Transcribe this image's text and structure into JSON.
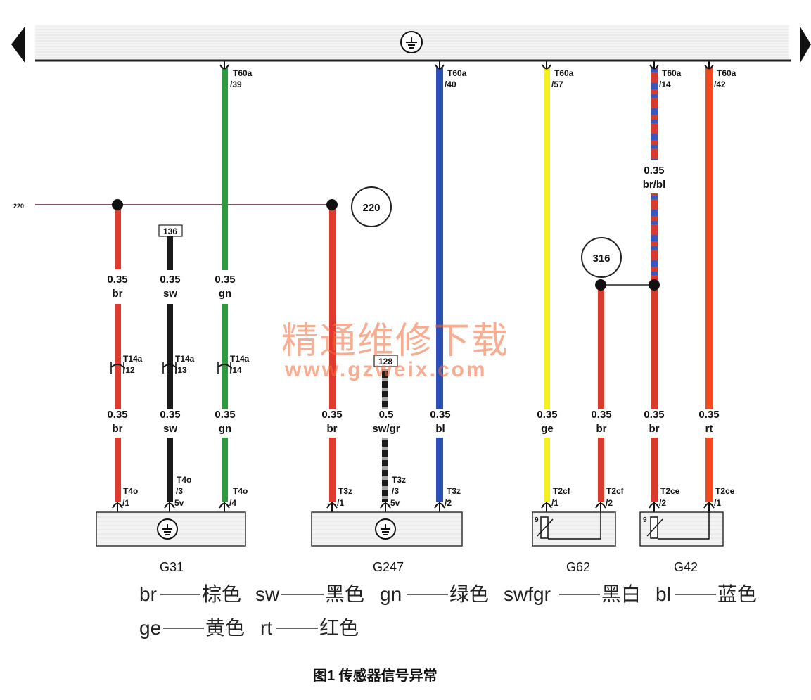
{
  "top_bar": {
    "icon": "ground-symbol-icon",
    "left_arrow": "left-arrow-icon",
    "right_arrow": "right-arrow-icon"
  },
  "left_line_label": "220",
  "circles": [
    {
      "label": "220"
    },
    {
      "label": "316"
    }
  ],
  "boxes": {
    "b136": "136",
    "b128": "128"
  },
  "connectors": {
    "t60a_39": [
      "T60a",
      "/39"
    ],
    "t60a_40": [
      "T60a",
      "/40"
    ],
    "t60a_57": [
      "T60a",
      "/57"
    ],
    "t60a_14": [
      "T60a",
      "/14"
    ],
    "t60a_42": [
      "T60a",
      "/42"
    ],
    "t14a_12": [
      "T14a",
      "/12"
    ],
    "t14a_13": [
      "T14a",
      "/13"
    ],
    "t14a_14": [
      "T14a",
      "/14"
    ],
    "t4o_1": [
      "T4o",
      "/1"
    ],
    "t4o_3": [
      "T4o",
      "/3"
    ],
    "t4o_4": [
      "T4o",
      "/4"
    ],
    "t3z_1": [
      "T3z",
      "/1"
    ],
    "t3z_3": [
      "T3z",
      "/3"
    ],
    "t3z_2": [
      "T3z",
      "/2"
    ],
    "t2cf_1": [
      "T2cf",
      "/1"
    ],
    "t2cf_2": [
      "T2cf",
      "/2"
    ],
    "t2ce_2": [
      "T2ce",
      "/2"
    ],
    "t2ce_1": [
      "T2ce",
      "/1"
    ]
  },
  "wire_labels": {
    "w1_upper": [
      "0.35",
      "br"
    ],
    "w1_lower": [
      "0.35",
      "br"
    ],
    "w2_upper": [
      "0.35",
      "sw"
    ],
    "w2_lower": [
      "0.35",
      "sw"
    ],
    "w3_upper": [
      "0.35",
      "gn"
    ],
    "w3_lower": [
      "0.35",
      "gn"
    ],
    "w4": [
      "0.35",
      "br"
    ],
    "w5": [
      "0.5",
      "sw/gr"
    ],
    "w6": [
      "0.35",
      "bl"
    ],
    "w7": [
      "0.35",
      "ge"
    ],
    "w8": [
      "0.35",
      "br"
    ],
    "w9_upper": [
      "0.35",
      "br/bl"
    ],
    "w9_lower": [
      "0.35",
      "br"
    ],
    "w10": [
      "0.35",
      "rt"
    ]
  },
  "components": {
    "g31": "G31",
    "g247": "G247",
    "g62": "G62",
    "g42": "G42"
  },
  "watermark": {
    "chinese": "精通维修下载",
    "url": "www.gzweix.com"
  },
  "legend": {
    "row1": [
      [
        "br",
        "棕色"
      ],
      [
        "sw",
        "黑色"
      ],
      [
        "gn",
        "绿色"
      ],
      [
        "swfgr",
        "黑白"
      ],
      [
        "bl",
        "蓝色"
      ]
    ],
    "row2": [
      [
        "ge",
        "黄色"
      ],
      [
        "rt",
        "红色"
      ]
    ]
  },
  "caption": "图1 传感器信号异常",
  "colors": {
    "br": "#e03a2e",
    "sw": "#1a1a1a",
    "gn": "#2e9a3e",
    "bl": "#2d4fb8",
    "ge": "#f5ef1a",
    "rt": "#f24a1f",
    "gray": "#9a9a9a",
    "line": "#5a2030"
  }
}
